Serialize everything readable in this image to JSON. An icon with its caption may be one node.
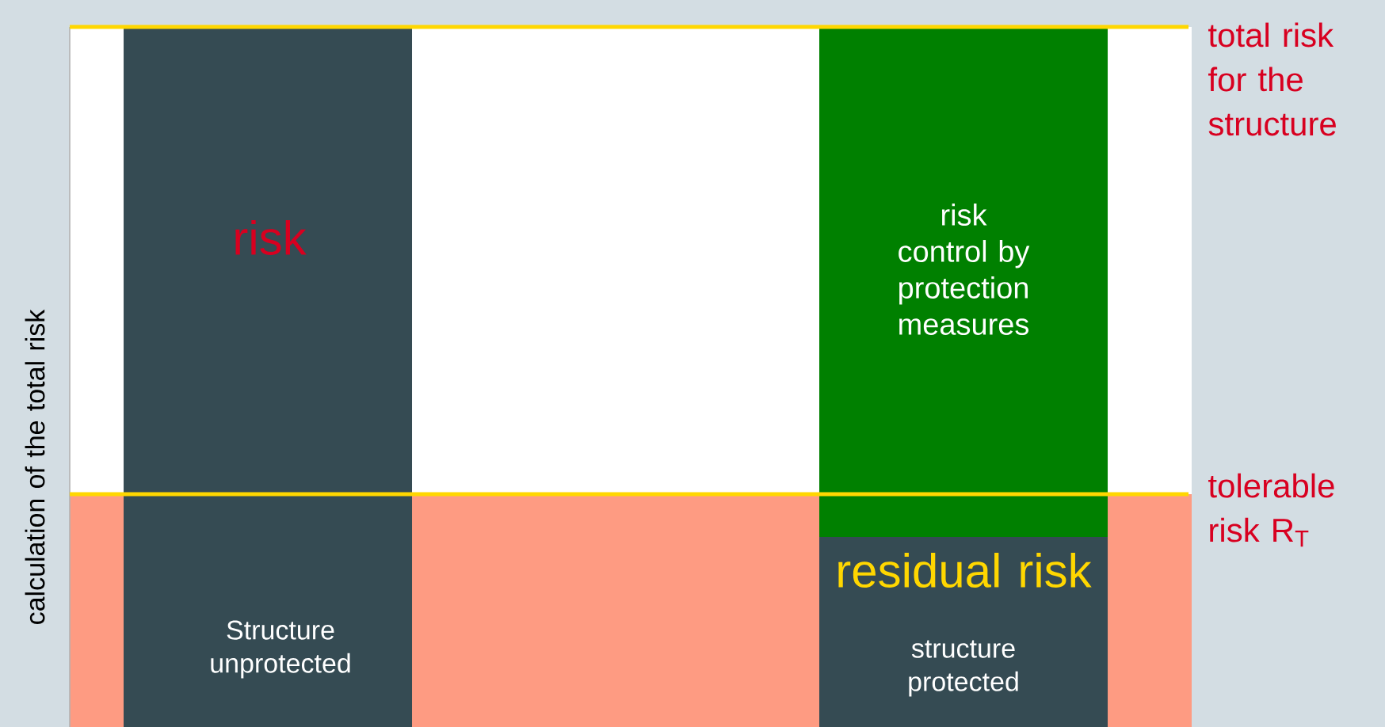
{
  "diagram": {
    "nodes": [
      {
        "text": [
          "risk",
          "Structure unprotected"
        ]
      },
      {
        "text": [
          "risk control by protection measures"
        ]
      },
      {
        "text": [
          "residual risk",
          "structure protected"
        ]
      }
    ],
    "labels": [
      "total risk for the structure",
      "calculation of the total risk",
      "tolerable risk R$_{T}$"
    ]
  }
}
